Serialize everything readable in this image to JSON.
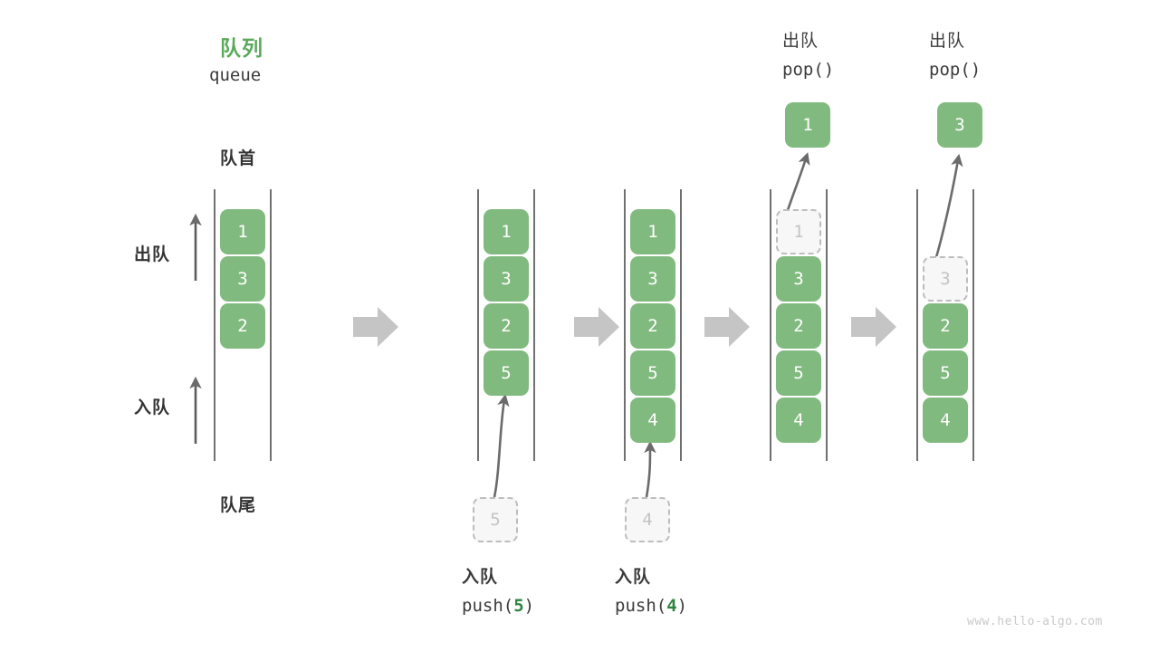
{
  "header": {
    "title_cn": "队列",
    "title_en": "queue",
    "title_color": "#5caa5c"
  },
  "labels": {
    "front": "队首",
    "rear": "队尾",
    "dequeue_side": "出队",
    "enqueue_side": "入队"
  },
  "watermark": "www.hello-algo.com",
  "palette": {
    "green_fill": "#81ba7f",
    "green_text": "#2e8540",
    "arrow_gray": "#c5c5c5",
    "line_gray": "#6b6b6b",
    "ghost_border": "#bdbdbd",
    "ghost_fill": "#f7f7f7"
  },
  "columns": [
    {
      "id": "initial",
      "cells": [
        {
          "value": "1",
          "state": "filled"
        },
        {
          "value": "3",
          "state": "filled"
        },
        {
          "value": "2",
          "state": "filled"
        }
      ],
      "op_cn": "",
      "op_code": "",
      "op_arg": "",
      "incoming": null,
      "outgoing": null
    },
    {
      "id": "push-5",
      "cells": [
        {
          "value": "1",
          "state": "filled"
        },
        {
          "value": "3",
          "state": "filled"
        },
        {
          "value": "2",
          "state": "filled"
        },
        {
          "value": "5",
          "state": "filled"
        }
      ],
      "op_cn": "入队",
      "op_code_prefix": "push(",
      "op_arg": "5",
      "op_code_suffix": ")",
      "incoming": {
        "value": "5"
      },
      "outgoing": null
    },
    {
      "id": "push-4",
      "cells": [
        {
          "value": "1",
          "state": "filled"
        },
        {
          "value": "3",
          "state": "filled"
        },
        {
          "value": "2",
          "state": "filled"
        },
        {
          "value": "5",
          "state": "filled"
        },
        {
          "value": "4",
          "state": "filled"
        }
      ],
      "op_cn": "入队",
      "op_code_prefix": "push(",
      "op_arg": "4",
      "op_code_suffix": ")",
      "incoming": {
        "value": "4"
      },
      "outgoing": null
    },
    {
      "id": "pop-1",
      "cells": [
        {
          "value": "1",
          "state": "ghost"
        },
        {
          "value": "3",
          "state": "filled"
        },
        {
          "value": "2",
          "state": "filled"
        },
        {
          "value": "5",
          "state": "filled"
        },
        {
          "value": "4",
          "state": "filled"
        }
      ],
      "op_cn": "出队",
      "op_code_prefix": "pop(",
      "op_arg": "",
      "op_code_suffix": ")",
      "incoming": null,
      "outgoing": {
        "value": "1"
      }
    },
    {
      "id": "pop-3",
      "cells": [
        {
          "value": "",
          "state": "empty"
        },
        {
          "value": "3",
          "state": "ghost"
        },
        {
          "value": "2",
          "state": "filled"
        },
        {
          "value": "5",
          "state": "filled"
        },
        {
          "value": "4",
          "state": "filled"
        }
      ],
      "op_cn": "出队",
      "op_code_prefix": "pop(",
      "op_arg": "",
      "op_code_suffix": ")",
      "incoming": null,
      "outgoing": {
        "value": "3"
      }
    }
  ]
}
